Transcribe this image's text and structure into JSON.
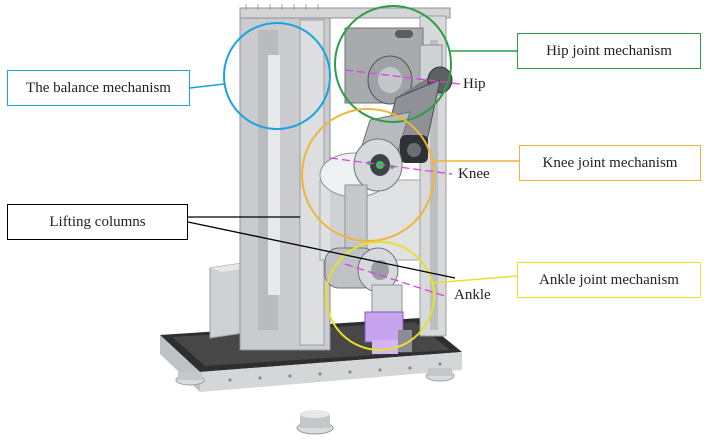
{
  "callouts": {
    "balance": "The balance mechanism",
    "hip": "Hip joint mechanism",
    "knee": "Knee joint mechanism",
    "lifting": "Lifting columns",
    "ankle": "Ankle joint mechanism"
  },
  "joint_labels": {
    "hip": "Hip",
    "knee": "Knee",
    "ankle": "Ankle"
  },
  "colors": {
    "balance": "#1aa3e0",
    "hip": "#2e9e46",
    "knee": "#f0b43c",
    "lifting": "#000000",
    "ankle": "#e6e12a",
    "axis": "#e040e0",
    "frame": "#c8cacc",
    "frame_dark": "#8e9195",
    "base": "#3a3a3a",
    "motor": "#b58ee0"
  }
}
